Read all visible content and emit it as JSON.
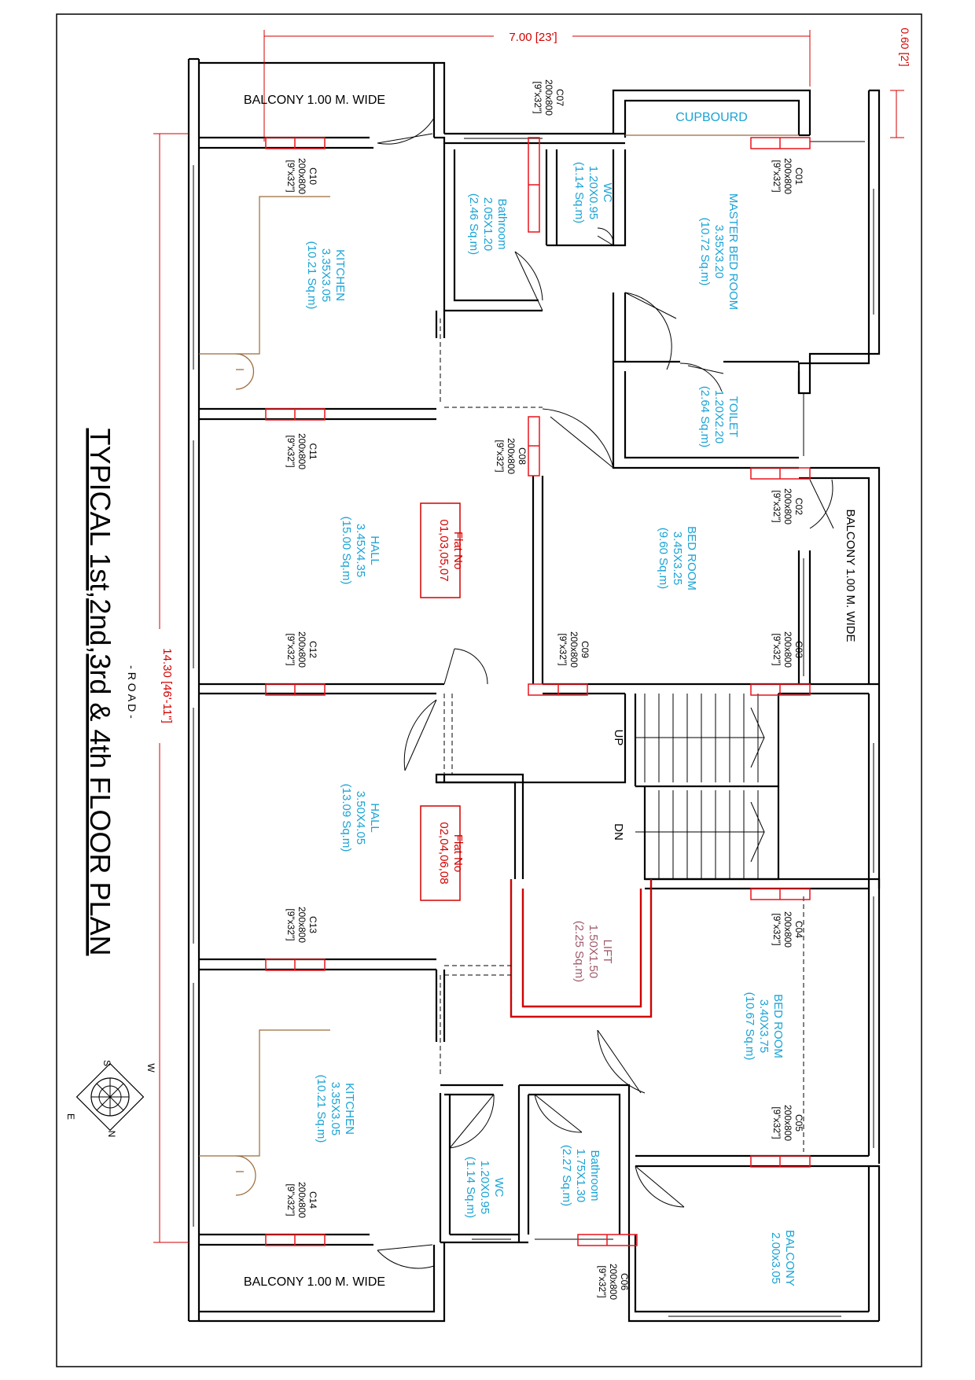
{
  "title": "TYPICAL 1st,2nd,3rd & 4th FLOOR PLAN",
  "road_label": "- R O A D -",
  "colors": {
    "wall": "#000000",
    "room_label": "#19a3d6",
    "lift_label": "#a05a6a",
    "dimension": "#d40000",
    "column": "#e8141c",
    "fixture": "#9a6a3a"
  },
  "dimensions": {
    "width": "7.00 [23']",
    "length": "14.30 [46'-11\"]",
    "offset": "0.60 [2']"
  },
  "flats": [
    {
      "label": "Flat No",
      "numbers": "01,03,05,07"
    },
    {
      "label": "Flat No",
      "numbers": "02,04,06,08"
    }
  ],
  "rooms": [
    {
      "name": "BALCONY 1.00 M. WIDE"
    },
    {
      "name": "KITCHEN",
      "size": "3.35X3.05",
      "area": "(10.21 Sq.m)"
    },
    {
      "name": "Bathroom",
      "size": "2.05X1.20",
      "area": "(2.46 Sq.m)"
    },
    {
      "name": "WC",
      "size": "1.20X0.95",
      "area": "(1.14 Sq.m)"
    },
    {
      "name": "CUPBOURD"
    },
    {
      "name": "MASTER BED ROOM",
      "size": "3.35X3.20",
      "area": "(10.72 Sq.m)"
    },
    {
      "name": "TOILET",
      "size": "1.20X2.20",
      "area": "(2.64 Sq.m)"
    },
    {
      "name": "HALL",
      "size": "3.45X4.35",
      "area": "(15.00 Sq.m)"
    },
    {
      "name": "BED ROOM",
      "size": "3.45X3.25",
      "area": "(9.60 Sq.m)"
    },
    {
      "name": "BALCONY 1.00 M. WIDE"
    },
    {
      "name": "HALL",
      "size": "3.50X4.05",
      "area": "(13.09 Sq.m)"
    },
    {
      "name": "LIFT",
      "size": "1.50X1.50",
      "area": "(2.25 Sq.m)"
    },
    {
      "name": "BED ROOM",
      "size": "3.40X3.75",
      "area": "(10.67 Sq.m)"
    },
    {
      "name": "KITCHEN",
      "size": "3.35X3.05",
      "area": "(10.21 Sq.m)"
    },
    {
      "name": "WC",
      "size": "1.20X0.95",
      "area": "(1.14 Sq.m)"
    },
    {
      "name": "Bathroom",
      "size": "1.75X1.30",
      "area": "(2.27 Sq.m)"
    },
    {
      "name": "BALCONY",
      "size": "2.00x3.05"
    },
    {
      "name": "BALCONY 1.00 M. WIDE"
    }
  ],
  "stairs": {
    "up": "UP",
    "down": "DN"
  },
  "column_size": "200x800",
  "column_size_imperial": "[9\"x32\"]",
  "columns": [
    "C01",
    "C02",
    "C03",
    "C04",
    "C05",
    "C06",
    "C07",
    "C08",
    "C09",
    "C10",
    "C11",
    "C12",
    "C13",
    "C14"
  ],
  "compass": {
    "w": "W",
    "s": "S",
    "e": "E",
    "n": "N"
  }
}
